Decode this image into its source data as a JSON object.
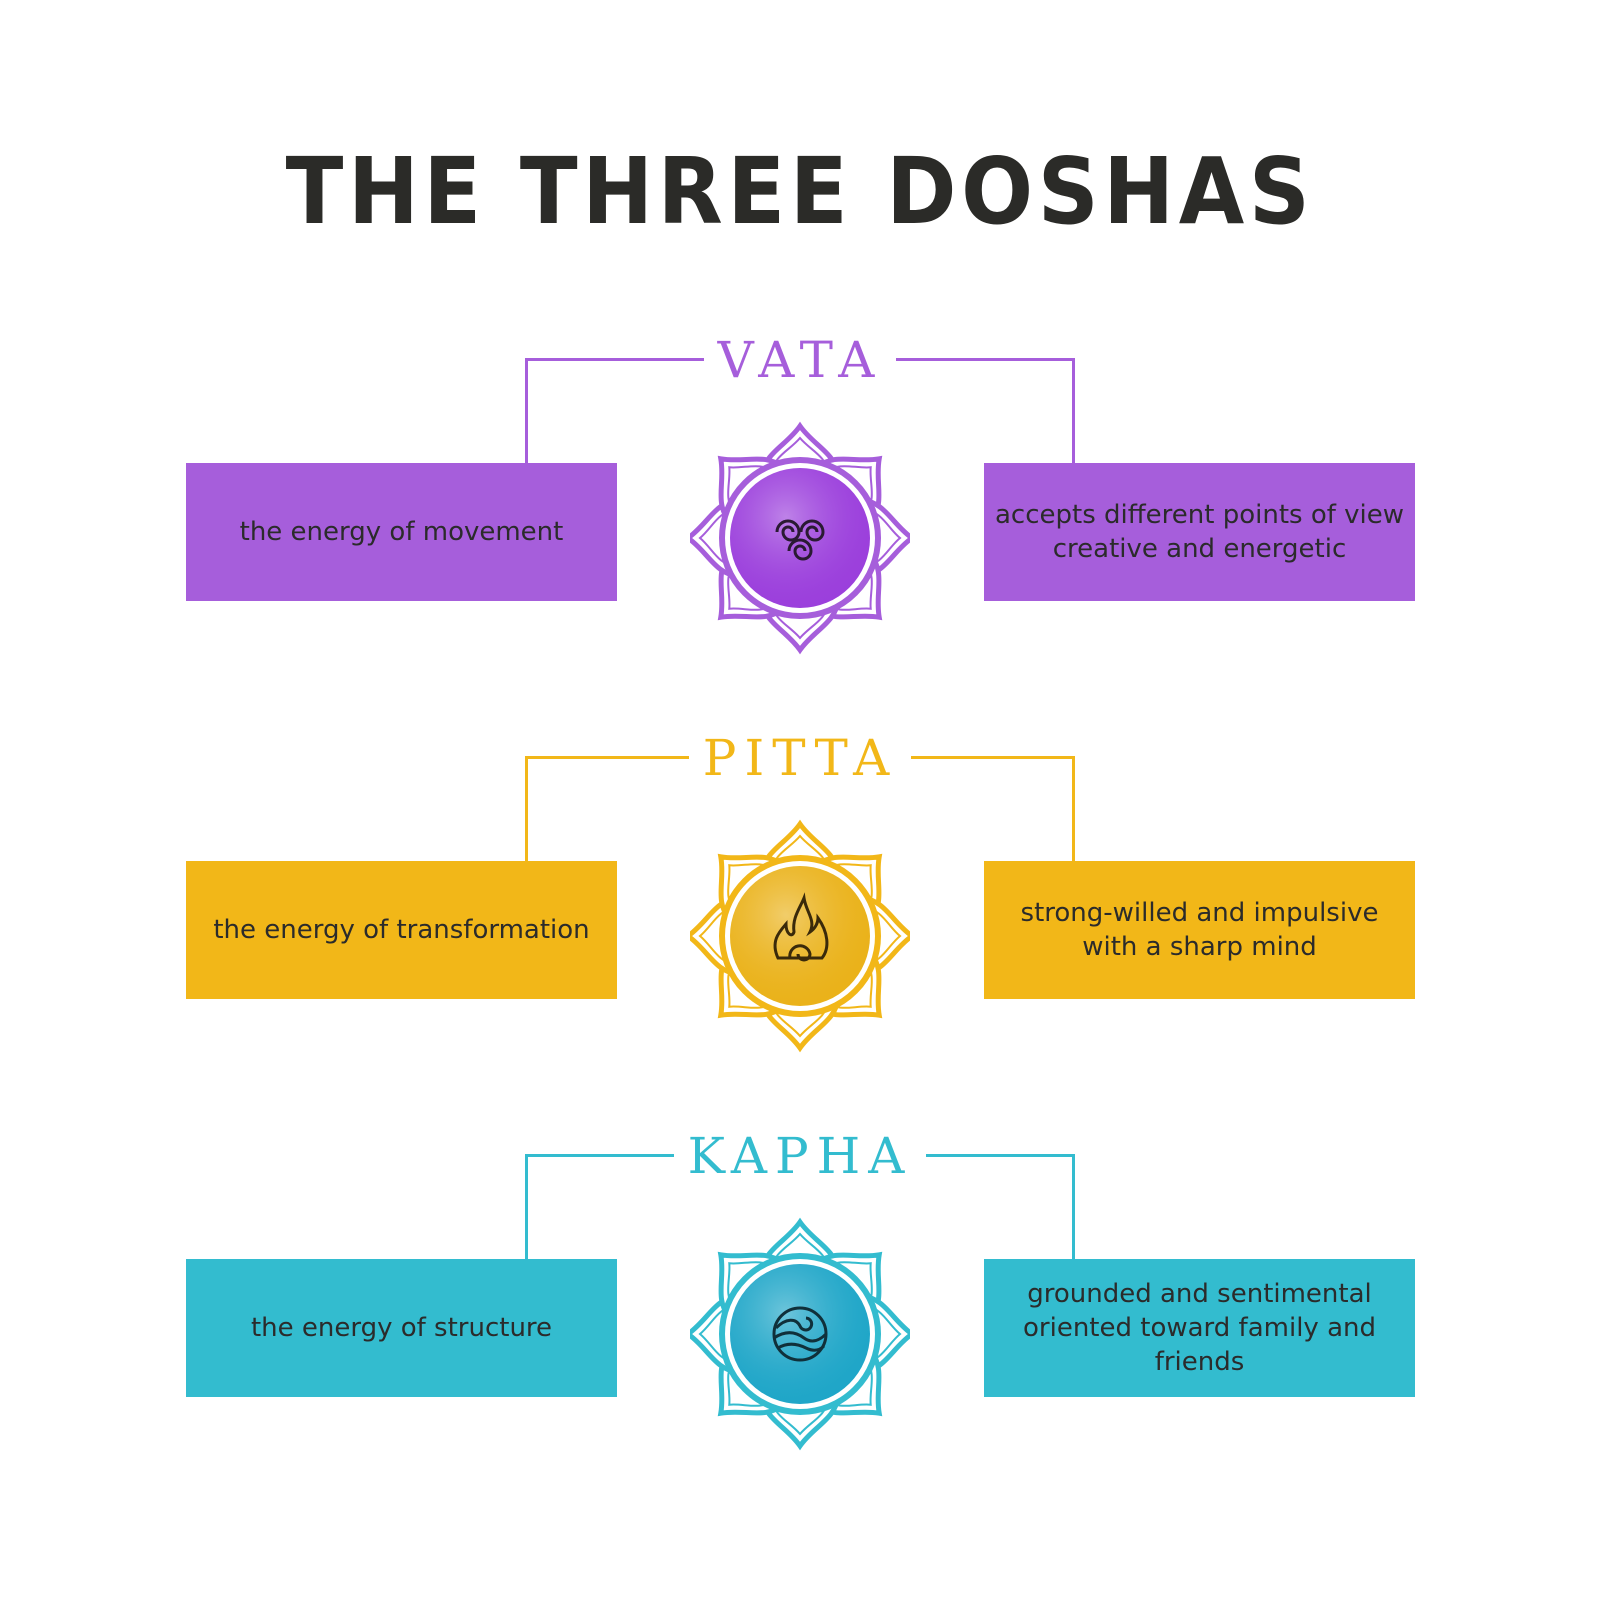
{
  "title": "THE THREE DOSHAS",
  "doshas": [
    {
      "name": "VATA",
      "left_text": "the energy of movement",
      "right_line1": "accepts different points of view",
      "right_line2": "creative and energetic",
      "color": "#a65edb",
      "inner": "#9b3fdc",
      "icon": "air-swirl-icon"
    },
    {
      "name": "PITTA",
      "left_text": "the energy of transformation",
      "right_line1": "strong-willed and impulsive",
      "right_line2": "with a sharp mind",
      "color": "#f2b718",
      "inner": "#eab21a",
      "icon": "fire-icon"
    },
    {
      "name": "KAPHA",
      "left_text": "the energy of structure",
      "right_line1": "grounded and sentimental",
      "right_line2": "oriented toward family and friends",
      "color": "#33bccf",
      "inner": "#1fa6c8",
      "icon": "water-wave-icon"
    }
  ]
}
